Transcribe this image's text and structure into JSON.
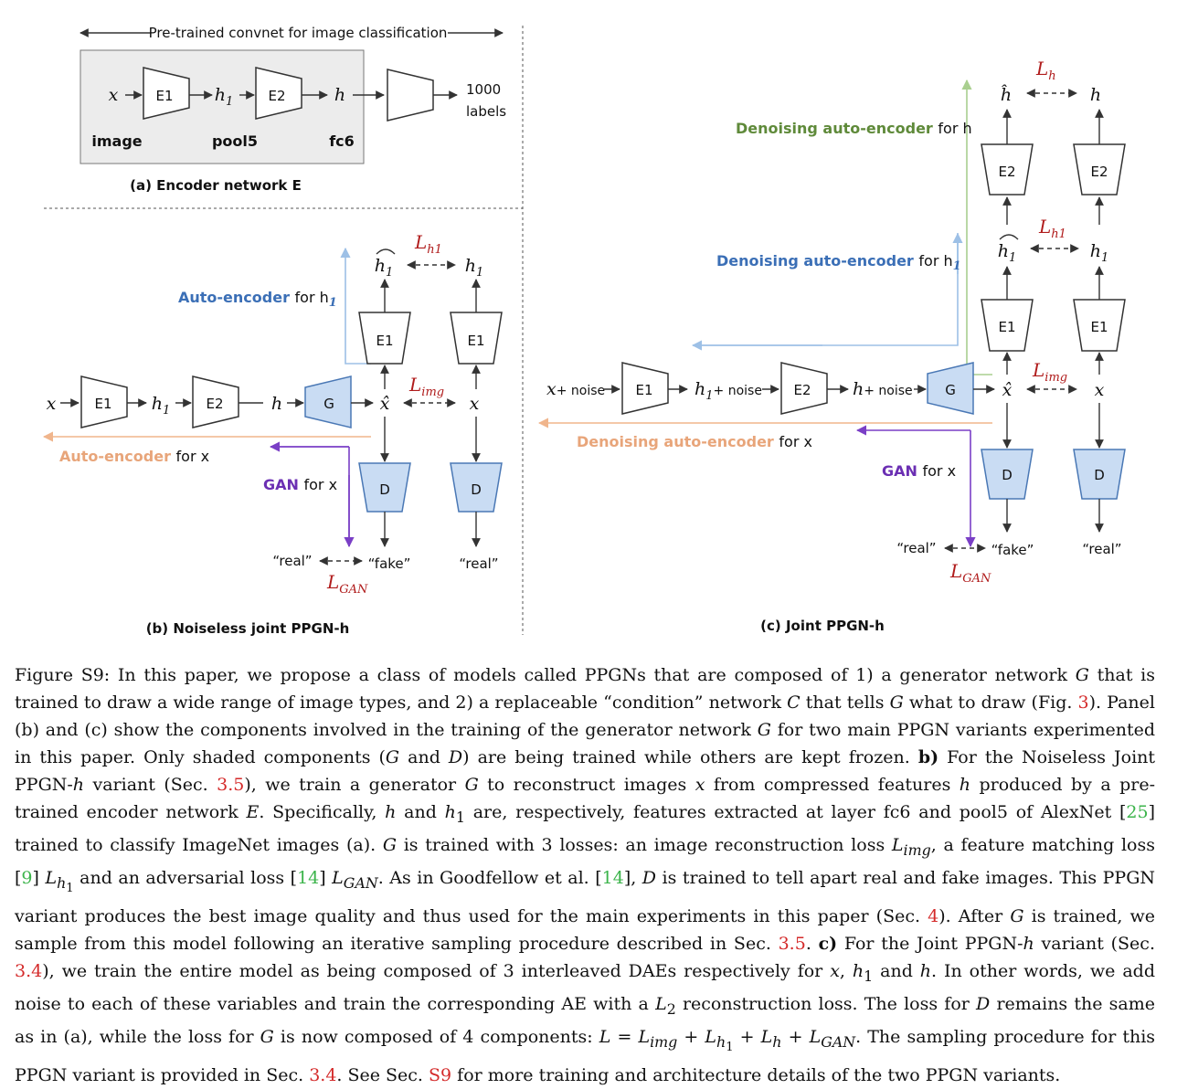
{
  "panel_a": {
    "header": "Pre-trained convnet for image classification",
    "x": "x",
    "e1": "E1",
    "h1": "h",
    "h1_sub": "1",
    "e2": "E2",
    "h": "h",
    "out_line1": "1000",
    "out_line2": "labels",
    "image": "image",
    "pool5": "pool5",
    "fc6": "fc6",
    "caption": "(a) Encoder network E"
  },
  "panel_b": {
    "x": "x",
    "e1": "E1",
    "h1": "h",
    "h1_sub": "1",
    "e2": "E2",
    "h": "h",
    "g": "G",
    "xhat": "x̂",
    "x_real": "x",
    "e1_top": "E1",
    "e1_top2": "E1",
    "h1hat": "h",
    "h1hat_sub": "1",
    "h1_sub2": "1",
    "d": "D",
    "d2": "D",
    "real_left": "“real”",
    "fake": "“fake”",
    "real_right": "“real”",
    "loss_h1": "L",
    "loss_h1_sub": "h1",
    "loss_img": "L",
    "loss_img_sub": "img",
    "loss_gan": "L",
    "loss_gan_sub": "GAN",
    "ae_h1": "Auto-encoder",
    "for_h1": "for h",
    "for_h1_sub": "1",
    "ae_x": "Auto-encoder",
    "for_x": "for x",
    "gan_x": "GAN",
    "gan_for_x": "for x",
    "caption": "(b) Noiseless joint PPGN-h"
  },
  "panel_c": {
    "x_noise": "x",
    "plus_noise1": "+ noise",
    "e1": "E1",
    "h1_noise": "h",
    "h1_noise_sub": "1",
    "plus_noise2": "+ noise",
    "e2": "E2",
    "h_noise": "h",
    "plus_noise3": "+ noise",
    "g": "G",
    "xhat": "x̂",
    "x_real": "x",
    "e1a": "E1",
    "e1b": "E1",
    "h1hat": "h",
    "h1hat_sub": "1",
    "h1": "h",
    "h1_sub": "1",
    "e2a": "E2",
    "e2b": "E2",
    "hhat": "ĥ",
    "h": "h",
    "d": "D",
    "d2": "D",
    "real_left": "“real”",
    "fake": "“fake”",
    "real_right": "“real”",
    "loss_h": "L",
    "loss_h_sub": "h",
    "loss_h1": "L",
    "loss_h1_sub": "h1",
    "loss_img": "L",
    "loss_img_sub": "img",
    "loss_gan": "L",
    "loss_gan_sub": "GAN",
    "dae_h": "Denoising auto-encoder",
    "dae_h_for": "for h",
    "dae_h1": "Denoising auto-encoder",
    "dae_h1_for": "for h",
    "dae_h1_sub": "1",
    "dae_x": "Denoising auto-encoder",
    "dae_x_for": "for x",
    "gan_x": "GAN",
    "gan_for_x": "for x",
    "caption": "(c) Joint PPGN-h"
  },
  "caption": {
    "p1": "Figure S9: In this paper, we propose a class of models called PPGNs that are composed of 1) a generator network ",
    "G": "G",
    "p2": " that is trained to draw a wide range of image types, and 2) a replaceable “condition” network ",
    "C": "C",
    "p3": " that tells ",
    "p4": " what to draw (Fig. ",
    "ref_fig3": "3",
    "p5": "). Panel (b) and (c) show the components involved in the training of the generator network ",
    "p6": " for two main PPGN variants experimented in this paper. Only shaded components (",
    "p7": " and ",
    "D": "D",
    "p8": ") are being trained while others are kept frozen. ",
    "b_label": "b)",
    "p9": " For the Noiseless Joint PPGN-",
    "h": "h",
    "p10": " variant (Sec. ",
    "ref_35": "3.5",
    "p11": "), we train a generator ",
    "p12": " to reconstruct images ",
    "x": "x",
    "p13": " from compressed features ",
    "p14": " produced by a pre-trained encoder network ",
    "E": "E",
    "p15": ". Specifically, ",
    "p16": " and ",
    "h1": "h",
    "sub1": "1",
    "p17": " are, respectively, features extracted at layer fc6 and pool5 of AlexNet [",
    "ref_25": "25",
    "p18": "] trained to classify ImageNet images (a). ",
    "p19": " is trained with 3 losses: an image reconstruction loss ",
    "L": "L",
    "img": "img",
    "p20": ", a feature matching loss [",
    "ref_9": "9",
    "p21": "] ",
    "p22": " and an adversarial loss [",
    "ref_14": "14",
    "p23": "] ",
    "GAN": "GAN",
    "p24": ". As in Goodfellow et al. [",
    "p25": "], ",
    "p26": " is trained to tell apart real and fake images. This PPGN variant produces the best image quality and thus used for the main experiments in this paper (Sec. ",
    "ref_4": "4",
    "p27": "). After ",
    "p28": " is trained, we sample from this model following an iterative sampling procedure described in Sec. ",
    "p29": ". ",
    "c_label": "c)",
    "p30": " For the Joint PPGN-",
    "ref_34": "3.4",
    "p31": "), we train the entire model as being composed of 3 interleaved DAEs respectively for ",
    "p32": ", ",
    "p33": " and ",
    "p34": ". In other words, we add noise to each of these variables and train the corresponding AE with a ",
    "L2": "L",
    "sub2": "2",
    "p35": " reconstruction loss. The loss for ",
    "p36": " remains the same as in (a), while the loss for ",
    "p37": " is now composed of 4 components: ",
    "eq": " = ",
    "plus": " + ",
    "p38": ". The sampling procedure for this PPGN variant is provided in Sec. ",
    "p39": ". See Sec. ",
    "ref_S9": "S9",
    "p40": " for more training and architecture details of the two PPGN variants."
  }
}
